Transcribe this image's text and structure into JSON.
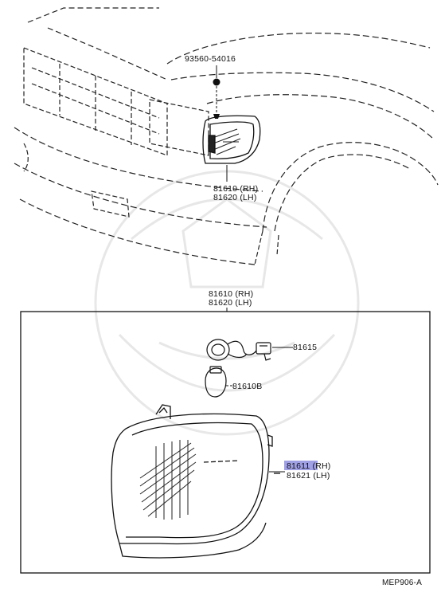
{
  "top_assembly": {
    "screw_part": "93560-54016",
    "lamp_part_rh": "81610 (RH)",
    "lamp_part_lh": "81620 (LH)"
  },
  "detail_box": {
    "header_rh": "81610 (RH)",
    "header_lh": "81620 (LH)",
    "socket_part": "81615",
    "bulb_part": "81610B",
    "lens_part_rh": "81611 (RH)",
    "lens_part_lh": "81621 (LH)"
  },
  "highlight": {
    "part": "81611",
    "color": "#8f8fe0"
  },
  "diagram_code": "MEP906-A"
}
